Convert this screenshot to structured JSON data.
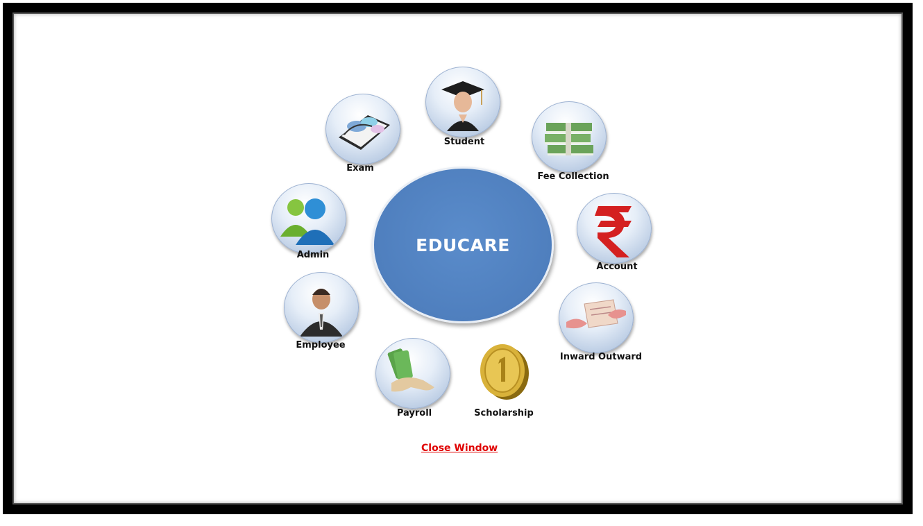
{
  "app": {
    "center_title": "EDUCARE"
  },
  "modules": [
    {
      "key": "student",
      "label": "Student",
      "icon": "graduate-icon"
    },
    {
      "key": "fee",
      "label": "Fee Collection",
      "icon": "money-stack-icon"
    },
    {
      "key": "account",
      "label": "Account",
      "icon": "rupee-icon"
    },
    {
      "key": "inward",
      "label": "Inward Outward",
      "icon": "cheque-handover-icon"
    },
    {
      "key": "scholarship",
      "label": "Scholarship",
      "icon": "gold-coin-icon"
    },
    {
      "key": "payroll",
      "label": "Payroll",
      "icon": "cash-hand-icon"
    },
    {
      "key": "employee",
      "label": "Employee",
      "icon": "businessman-icon"
    },
    {
      "key": "admin",
      "label": "Admin",
      "icon": "users-icon"
    },
    {
      "key": "exam",
      "label": "Exam",
      "icon": "exam-writing-icon"
    }
  ],
  "footer": {
    "close_label": "Close Window"
  },
  "colors": {
    "hub": "#4f7fbe",
    "close_link": "#e00000"
  }
}
